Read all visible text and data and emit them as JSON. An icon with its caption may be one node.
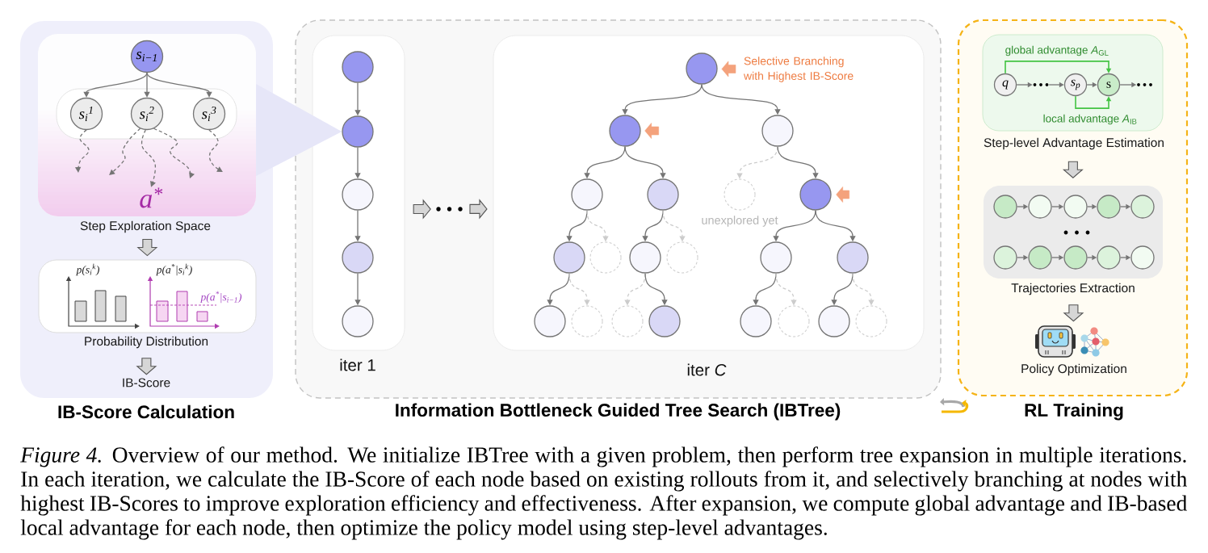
{
  "diagram": {
    "caption": "*Figure 4.* Overview of our method. We initialize IBTree with a given problem, then perform tree expansion in multiple iterations. In each iteration, we calculate the IB-Score of each node based on existing rollouts from it, and selectively branching at nodes with highest IB-Scores to improve exploration efficiency and effectiveness. After expansion, we compute global advantage and IB-based local advantage for each node, then optimize the policy model using step-level advantages.",
    "nodes": [
      {
        "text": [
          "IB-Score Calculation"
        ]
      },
      {
        "text": [
          "Step Exploration Space"
        ],
        "in": 0
      },
      {
        "text": [
          "s$_{i−1}$"
        ],
        "in": 1
      },
      {
        "text": [],
        "shape": "box",
        "in": 1
      },
      {
        "text": [
          "s$_{i}$$^{1}$"
        ],
        "in": 3
      },
      {
        "text": [
          "s$_{i}$$^{2}$"
        ],
        "in": 3
      },
      {
        "text": [
          "s$_{i}$$^{3}$"
        ],
        "in": 3
      },
      {
        "text": [
          "a$^{*}$"
        ],
        "in": 1
      },
      {
        "text": [
          "p(s$_{i}$$^{k}$)",
          "p(a$^{*}$|s$_{i}$$^{k}$)",
          "p(a$^{*}$|s$_{i−1}$)",
          "Probability Distribution"
        ],
        "in": 0
      },
      {
        "text": [
          "IB-Score"
        ],
        "in": 0
      },
      {
        "text": [
          "Information Bottleneck Guided Tree Search (IBTree)"
        ]
      },
      {
        "text": [
          "iter 1"
        ],
        "in": 10
      },
      {
        "text": [],
        "shape": "circle",
        "in": 11
      },
      {
        "text": [],
        "shape": "circle",
        "in": 11
      },
      {
        "text": [],
        "shape": "circle",
        "in": 11
      },
      {
        "text": [],
        "shape": "circle",
        "in": 11
      },
      {
        "text": [],
        "shape": "circle",
        "in": 11
      },
      {
        "text": [
          "iter *C*"
        ],
        "in": 10
      },
      {
        "text": [],
        "shape": "circle",
        "in": 17
      },
      {
        "text": [
          "Selective Branching with Highest IB-Score"
        ],
        "in": 17
      },
      {
        "text": [],
        "shape": "circle",
        "in": 17
      },
      {
        "text": [],
        "shape": "circle",
        "in": 17
      },
      {
        "text": [],
        "shape": "circle",
        "in": 17
      },
      {
        "text": [],
        "shape": "circle",
        "in": 17
      },
      {
        "text": [],
        "shape": "circle",
        "in": 17,
        "beside": [
          "unexplored yet"
        ]
      },
      {
        "text": [],
        "shape": "circle",
        "in": 17
      },
      {
        "text": [],
        "shape": "circle",
        "in": 17
      },
      {
        "text": [],
        "shape": "circle",
        "in": 17
      },
      {
        "text": [],
        "shape": "circle",
        "in": 17
      },
      {
        "text": [],
        "shape": "circle",
        "in": 17
      },
      {
        "text": [],
        "shape": "circle",
        "in": 17
      },
      {
        "text": [],
        "shape": "circle",
        "in": 17
      },
      {
        "text": [],
        "shape": "circle",
        "in": 17
      },
      {
        "text": [],
        "shape": "circle",
        "in": 17
      },
      {
        "text": [],
        "shape": "circle",
        "in": 17
      },
      {
        "text": [],
        "shape": "circle",
        "in": 17
      },
      {
        "text": [],
        "shape": "circle",
        "in": 17
      },
      {
        "text": [],
        "shape": "circle",
        "in": 17
      },
      {
        "text": [],
        "shape": "circle",
        "in": 17
      },
      {
        "text": [],
        "shape": "circle",
        "in": 17
      },
      {
        "text": [
          "RL Training"
        ]
      },
      {
        "text": [
          "Step-level Advantage Estimation"
        ],
        "in": 40
      },
      {
        "text": [
          "q"
        ],
        "in": 41
      },
      {
        "text": [
          "s$_{p}$"
        ],
        "in": 41
      },
      {
        "text": [
          "s"
        ],
        "in": 41
      },
      {
        "text": [
          "Trajectories Extraction"
        ],
        "in": 40
      },
      {
        "text": [],
        "shape": "circle",
        "in": 45
      },
      {
        "text": [],
        "shape": "circle",
        "in": 45
      },
      {
        "text": [],
        "shape": "circle",
        "in": 45
      },
      {
        "text": [],
        "shape": "circle",
        "in": 45
      },
      {
        "text": [],
        "shape": "circle",
        "in": 45
      },
      {
        "text": [],
        "shape": "circle",
        "in": 45
      },
      {
        "text": [],
        "shape": "circle",
        "in": 45
      },
      {
        "text": [],
        "shape": "circle",
        "in": 45
      },
      {
        "text": [],
        "shape": "circle",
        "in": 45
      },
      {
        "text": [],
        "shape": "circle",
        "in": 45
      },
      {
        "text": [
          "Policy Optimization"
        ],
        "in": 40
      },
      {
        "text": [],
        "shape": "dots",
        "in": 10
      },
      {
        "text": [],
        "shape": "dots",
        "in": 41
      },
      {
        "text": [],
        "shape": "dots",
        "in": 41
      }
    ],
    "edges": [
      {
        "from": 2,
        "to": 4,
        "arrow": "to"
      },
      {
        "from": 2,
        "to": 5,
        "arrow": "to"
      },
      {
        "from": 2,
        "to": 6,
        "arrow": "to"
      },
      {
        "from": 4,
        "to": null,
        "arrow": "to",
        "style": "dashed"
      },
      {
        "from": 5,
        "to": null,
        "arrow": "to",
        "style": "dashed"
      },
      {
        "from": 5,
        "to": 7,
        "arrow": "to",
        "style": "dashed"
      },
      {
        "from": 5,
        "to": null,
        "arrow": "to",
        "style": "dashed"
      },
      {
        "from": 6,
        "to": null,
        "arrow": "to",
        "style": "dashed"
      },
      {
        "from": 1,
        "to": 8,
        "arrow": "to",
        "style": "thick"
      },
      {
        "from": 8,
        "to": 9,
        "arrow": "to",
        "style": "thick"
      },
      {
        "from": 12,
        "to": 13,
        "arrow": "to"
      },
      {
        "from": 13,
        "to": 14,
        "arrow": "to"
      },
      {
        "from": 14,
        "to": 15,
        "arrow": "to"
      },
      {
        "from": 15,
        "to": 16,
        "arrow": "to"
      },
      {
        "from": 11,
        "to": 57,
        "arrow": "to",
        "style": "thick"
      },
      {
        "from": 19,
        "to": 18,
        "arrow": "to",
        "style": "thick",
        "color": "#f4a27c"
      },
      {
        "from": null,
        "to": 20,
        "arrow": "to",
        "style": "thick",
        "color": "#f4a27c"
      },
      {
        "from": null,
        "to": 25,
        "arrow": "to",
        "style": "thick",
        "color": "#f4a27c"
      },
      {
        "from": 18,
        "to": 20,
        "arrow": "to"
      },
      {
        "from": 18,
        "to": 21,
        "arrow": "to"
      },
      {
        "from": 20,
        "to": 22,
        "arrow": "to"
      },
      {
        "from": 20,
        "to": 23,
        "arrow": "to"
      },
      {
        "from": 21,
        "to": 24,
        "arrow": "to",
        "style": "dashed",
        "color": "#cccccc"
      },
      {
        "from": 21,
        "to": 25,
        "arrow": "to"
      },
      {
        "from": 22,
        "to": 26,
        "arrow": "to"
      },
      {
        "from": 22,
        "to": 27,
        "arrow": "to",
        "style": "dashed",
        "color": "#cccccc"
      },
      {
        "from": 23,
        "to": 28,
        "arrow": "to"
      },
      {
        "from": 23,
        "to": 29,
        "arrow": "to",
        "style": "dashed",
        "color": "#cccccc"
      },
      {
        "from": 25,
        "to": 30,
        "arrow": "to"
      },
      {
        "from": 25,
        "to": 31,
        "arrow": "to"
      },
      {
        "from": 26,
        "to": 32,
        "arrow": "to"
      },
      {
        "from": 26,
        "to": 33,
        "arrow": "to",
        "style": "dashed",
        "color": "#cccccc"
      },
      {
        "from": 28,
        "to": 34,
        "arrow": "to",
        "style": "dashed",
        "color": "#cccccc"
      },
      {
        "from": 28,
        "to": 35,
        "arrow": "to"
      },
      {
        "from": 30,
        "to": 36,
        "arrow": "to"
      },
      {
        "from": 30,
        "to": 37,
        "arrow": "to",
        "style": "dashed",
        "color": "#cccccc"
      },
      {
        "from": 31,
        "to": 38,
        "arrow": "to"
      },
      {
        "from": 31,
        "to": 39,
        "arrow": "to",
        "style": "dashed",
        "color": "#cccccc"
      },
      {
        "from": 42,
        "to": 58,
        "arrow": "to"
      },
      {
        "from": 43,
        "to": 44,
        "arrow": "to"
      },
      {
        "from": 44,
        "to": 59,
        "arrow": "to"
      },
      {
        "from": 42,
        "to": 44,
        "arrow": "to",
        "label": "global advantage *A*$_{GL}$",
        "color": "#43c443"
      },
      {
        "from": 43,
        "to": 44,
        "arrow": "to",
        "label": "local advantage *A*$_{IB}$",
        "color": "#43c443"
      },
      {
        "from": 41,
        "to": 45,
        "arrow": "to",
        "style": "thick"
      },
      {
        "from": 45,
        "to": 56,
        "arrow": "to",
        "style": "thick"
      },
      {
        "from": 46,
        "to": 47,
        "arrow": "to"
      },
      {
        "from": 47,
        "to": 48,
        "arrow": "to"
      },
      {
        "from": 48,
        "to": 49,
        "arrow": "to"
      },
      {
        "from": 49,
        "to": 50,
        "arrow": "to"
      },
      {
        "from": 51,
        "to": 52,
        "arrow": "to"
      },
      {
        "from": 52,
        "to": 53,
        "arrow": "to"
      },
      {
        "from": 53,
        "to": 54,
        "arrow": "to"
      },
      {
        "from": 54,
        "to": 55,
        "arrow": "to"
      },
      {
        "from": 57,
        "to": 17,
        "arrow": "to",
        "style": "thick"
      },
      {
        "from": 58,
        "to": 43,
        "arrow": "to"
      },
      {
        "from": 1,
        "to": 13,
        "arrow": "to",
        "color": "#e6e6f8"
      }
    ]
  }
}
